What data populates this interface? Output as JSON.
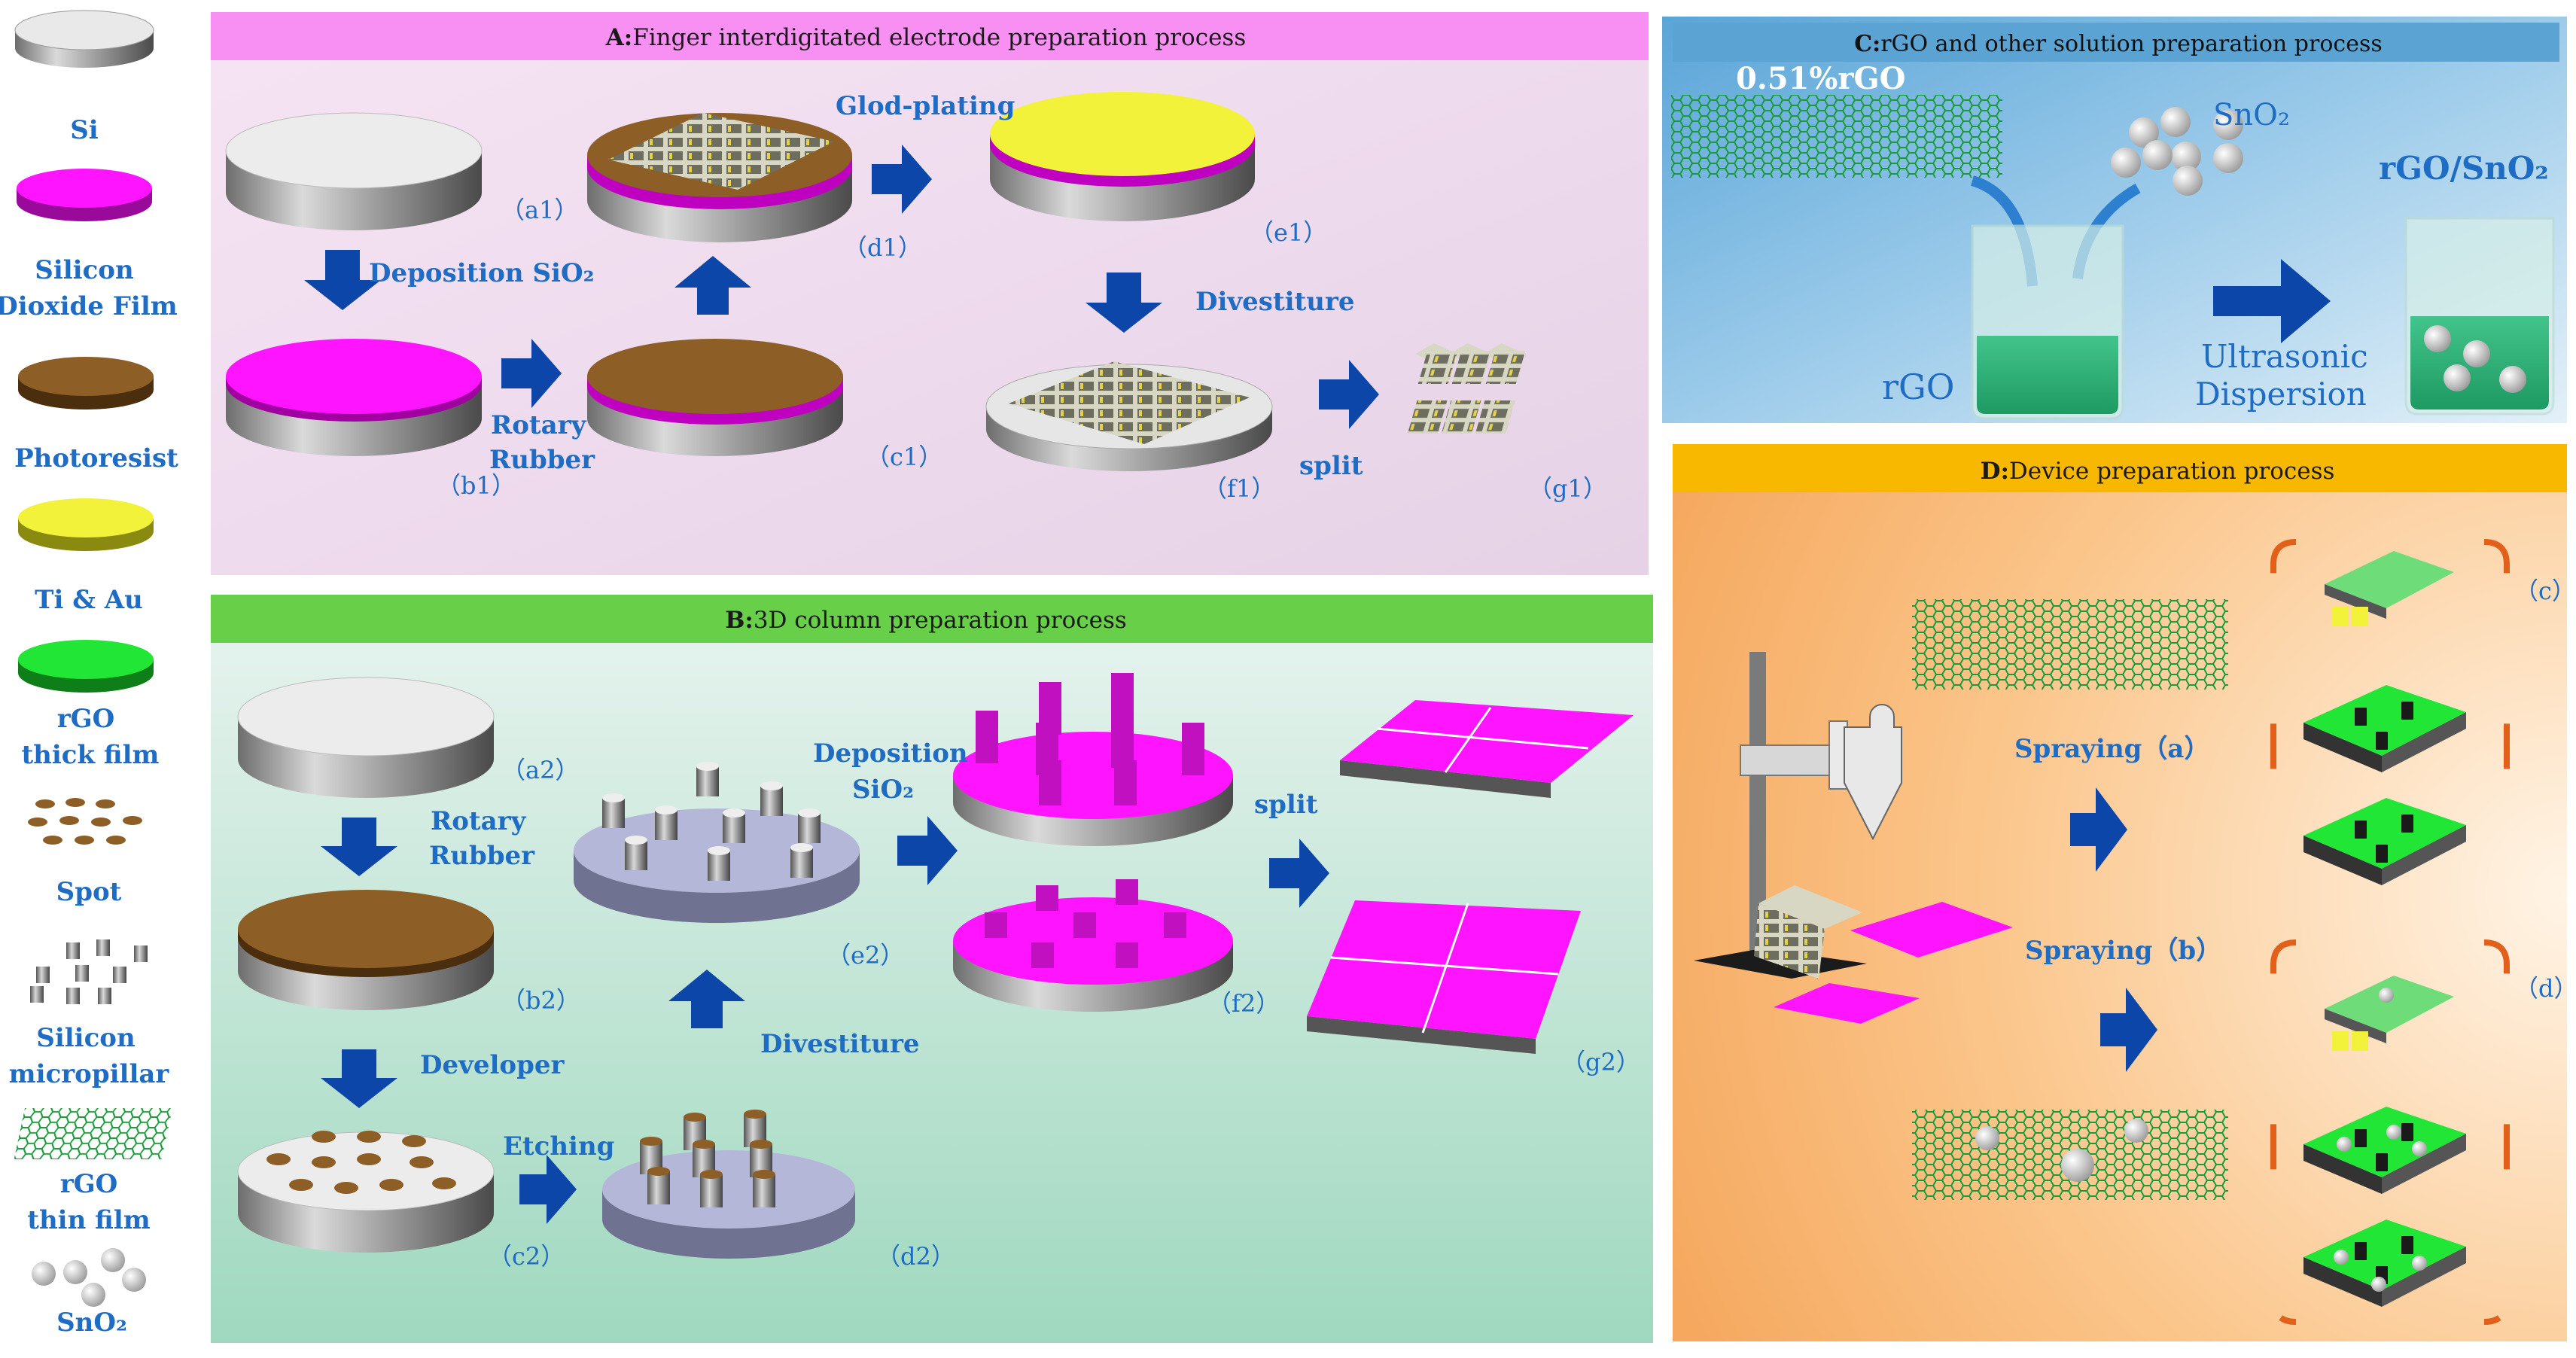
{
  "colors": {
    "si": "#e9e9e9",
    "sio2": "#ff14ff",
    "photoresist": "#8d5e25",
    "tiau": "#f2f23a",
    "rgo_thick": "#22e636",
    "blue_text": "#1f6cc4",
    "arrow": "#0b46a8",
    "header_a": "#f790f2",
    "header_b": "#68d048",
    "header_c": "#5ba3d2",
    "header_d": "#f9b800"
  },
  "legend": {
    "si": "Si",
    "sio2_line1": "Silicon",
    "sio2_line2": "Dioxide Film",
    "photoresist": "Photoresist",
    "tiau": "Ti & Au",
    "rgo_thick_line1": "rGO",
    "rgo_thick_line2": "thick film",
    "spot": "Spot",
    "micropillar_line1": "Silicon",
    "micropillar_line2": "micropillar",
    "rgo_thin_line1": "rGO",
    "rgo_thin_line2": "thin film",
    "sno2": "SnO₂"
  },
  "panel_a": {
    "letter": "A:",
    "title": "Finger interdigitated electrode preparation process",
    "a1": "（a1）",
    "b1": "（b1）",
    "c1": "（c1）",
    "d1": "（d1）",
    "e1": "（e1）",
    "f1": "（f1）",
    "g1": "（g1）",
    "deposition": "Deposition SiO₂",
    "rotary": "Rotary",
    "rubber": "Rubber",
    "gold": "Glod-plating",
    "divestiture": "Divestiture",
    "split": "split"
  },
  "panel_b": {
    "letter": "B:",
    "title": "3D column preparation process",
    "a2": "（a2）",
    "b2": "（b2）",
    "c2": "（c2）",
    "d2": "（d2）",
    "e2": "（e2）",
    "f2": "（f2）",
    "g2": "（g2）",
    "rotary": "Rotary",
    "rubber": "Rubber",
    "developer": "Developer",
    "etching": "Etching",
    "divestiture": "Divestiture",
    "deposition1": "Deposition",
    "deposition2": "SiO₂",
    "split": "split"
  },
  "panel_c": {
    "letter": "C:",
    "title": "rGO and other solution preparation process",
    "concentration": "0.51%rGO",
    "sno2": "SnO₂",
    "rgo": "rGO",
    "rgo_sno2": "rGO/SnO₂",
    "ultra1": "Ultrasonic",
    "ultra2": "Dispersion"
  },
  "panel_d": {
    "letter": "D:",
    "title": "Device preparation process",
    "spraying_a": "Spraying（a）",
    "spraying_b": "Spraying（b）",
    "c": "（c）",
    "d": "（d）"
  }
}
